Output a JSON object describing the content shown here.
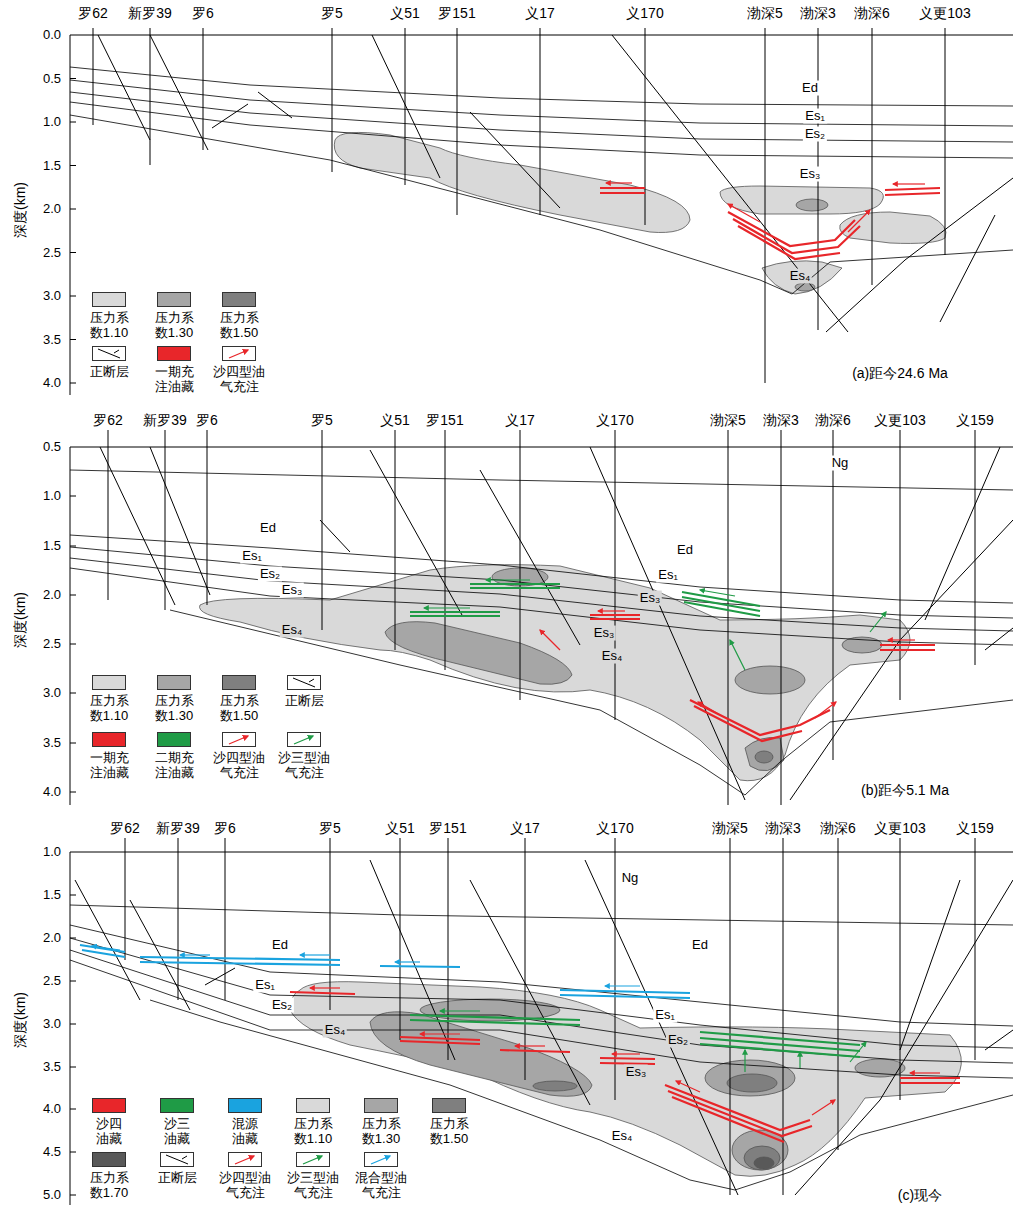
{
  "diagram": {
    "labels": [
      "罗62",
      "新罗39",
      "罗6",
      "罗5",
      "义51",
      "罗151",
      "义17",
      "义170",
      "渤深5",
      "渤深3",
      "渤深6",
      "义更103",
      "0.0",
      "0.5",
      "1.0",
      "1.5",
      "2.0",
      "2.5",
      "3.0",
      "3.5",
      "4.0",
      "深度(km)",
      "Ed",
      "Es₁",
      "Es₂",
      "Es₃",
      "Es₄",
      "(a)距今24.6 Ma",
      "罗62",
      "新罗39",
      "罗6",
      "罗5",
      "义51",
      "罗151",
      "义17",
      "义170",
      "渤深5",
      "渤深3",
      "渤深6",
      "义更103",
      "义159",
      "0.5",
      "1.0",
      "1.5",
      "2.0",
      "2.5",
      "3.0",
      "3.5",
      "4.0",
      "深度(km)",
      "Ng",
      "Ed",
      "Ed",
      "Es₁",
      "Es₂",
      "Es₃",
      "Es₄",
      "Es₁",
      "Es₃",
      "Es₃",
      "Es₄",
      "(b)距今5.1 Ma",
      "罗62",
      "新罗39",
      "罗6",
      "罗5",
      "义51",
      "罗151",
      "义17",
      "义170",
      "渤深5",
      "渤深3",
      "渤深6",
      "义更103",
      "义159",
      "1.0",
      "1.5",
      "2.0",
      "2.5",
      "3.0",
      "3.5",
      "4.0",
      "4.5",
      "5.0",
      "深度(km)",
      "Ng",
      "Ed",
      "Ed",
      "Es₁",
      "Es₂",
      "Es₄",
      "Es₁",
      "Es₂",
      "Es₃",
      "Es₄",
      "(c)现今"
    ],
    "legend": [
      {
        "text": "压力系数1.10",
        "color": "#d9d9d9"
      },
      {
        "text": "压力系数1.30",
        "color": "#a6a6a6"
      },
      {
        "text": "压力系数1.50",
        "color": "#7f7f7f"
      },
      {
        "text": "正断层"
      },
      {
        "text": "一期充注油藏",
        "color": "#e8262a"
      },
      {
        "text": "沙四型油气充注"
      },
      {
        "text": "压力系数1.10",
        "color": "#d9d9d9"
      },
      {
        "text": "压力系数1.30",
        "color": "#a6a6a6"
      },
      {
        "text": "压力系数1.50",
        "color": "#7f7f7f"
      },
      {
        "text": "正断层"
      },
      {
        "text": "一期充注油藏",
        "color": "#e8262a"
      },
      {
        "text": "二期充注油藏",
        "color": "#1f9b46"
      },
      {
        "text": "沙四型油气充注"
      },
      {
        "text": "沙三型油气充注"
      },
      {
        "text": "沙四油藏",
        "color": "#e8262a"
      },
      {
        "text": "沙三油藏",
        "color": "#1f9b46"
      },
      {
        "text": "混源油藏",
        "color": "#1aa3df"
      },
      {
        "text": "压力系数1.10",
        "color": "#d9d9d9"
      },
      {
        "text": "压力系数1.30",
        "color": "#a6a6a6"
      },
      {
        "text": "压力系数1.50",
        "color": "#7f7f7f"
      },
      {
        "text": "压力系数1.70",
        "color": "#595959"
      },
      {
        "text": "正断层"
      },
      {
        "text": "沙四型油气充注"
      },
      {
        "text": "沙三型油气充注"
      },
      {
        "text": "混合型油气充注"
      }
    ]
  }
}
